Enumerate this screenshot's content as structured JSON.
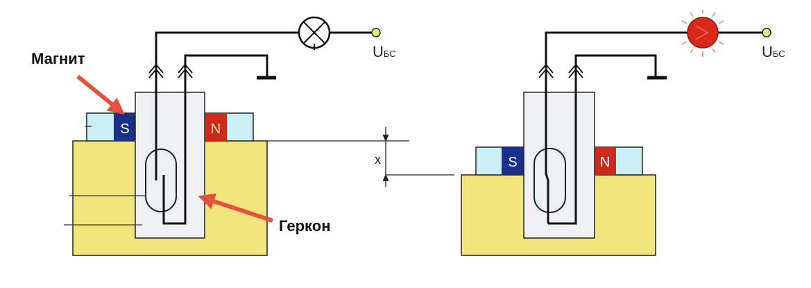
{
  "labels": {
    "magnet": "Магнит",
    "reed_switch": "Геркон",
    "dimension": "x"
  },
  "left": {
    "pole_s": "S",
    "pole_n": "N",
    "supply": "U",
    "supply_sub": "БС",
    "lamp_state": "off"
  },
  "right": {
    "pole_s": "S",
    "pole_n": "N",
    "supply": "U",
    "supply_sub": "БС",
    "lamp_state": "on"
  },
  "colors": {
    "base": "#f3e57e",
    "tube": "#eef0f2",
    "magnet_body": "#c9eef3",
    "pole_s": "#1a2f8a",
    "pole_n": "#cc2a1a",
    "arrow": "#e8503e",
    "lamp_on": "#d8281a"
  }
}
